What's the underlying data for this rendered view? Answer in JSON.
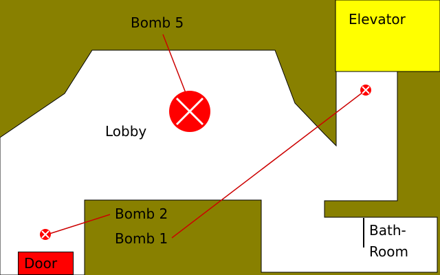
{
  "rooms": {
    "lobby": "Lobby",
    "elevator": "Elevator",
    "bathroom_line1": "Bath-",
    "bathroom_line2": "Room",
    "door": "Door"
  },
  "bombs": {
    "bomb5": "Bomb 5",
    "bomb2": "Bomb 2",
    "bomb1": "Bomb 1"
  },
  "colors": {
    "wall": "#888000",
    "floor": "#ffffff",
    "elevator": "#ffff00",
    "bomb": "#ff0000",
    "door": "#ff0000",
    "pointer_line": "#cc0000"
  }
}
